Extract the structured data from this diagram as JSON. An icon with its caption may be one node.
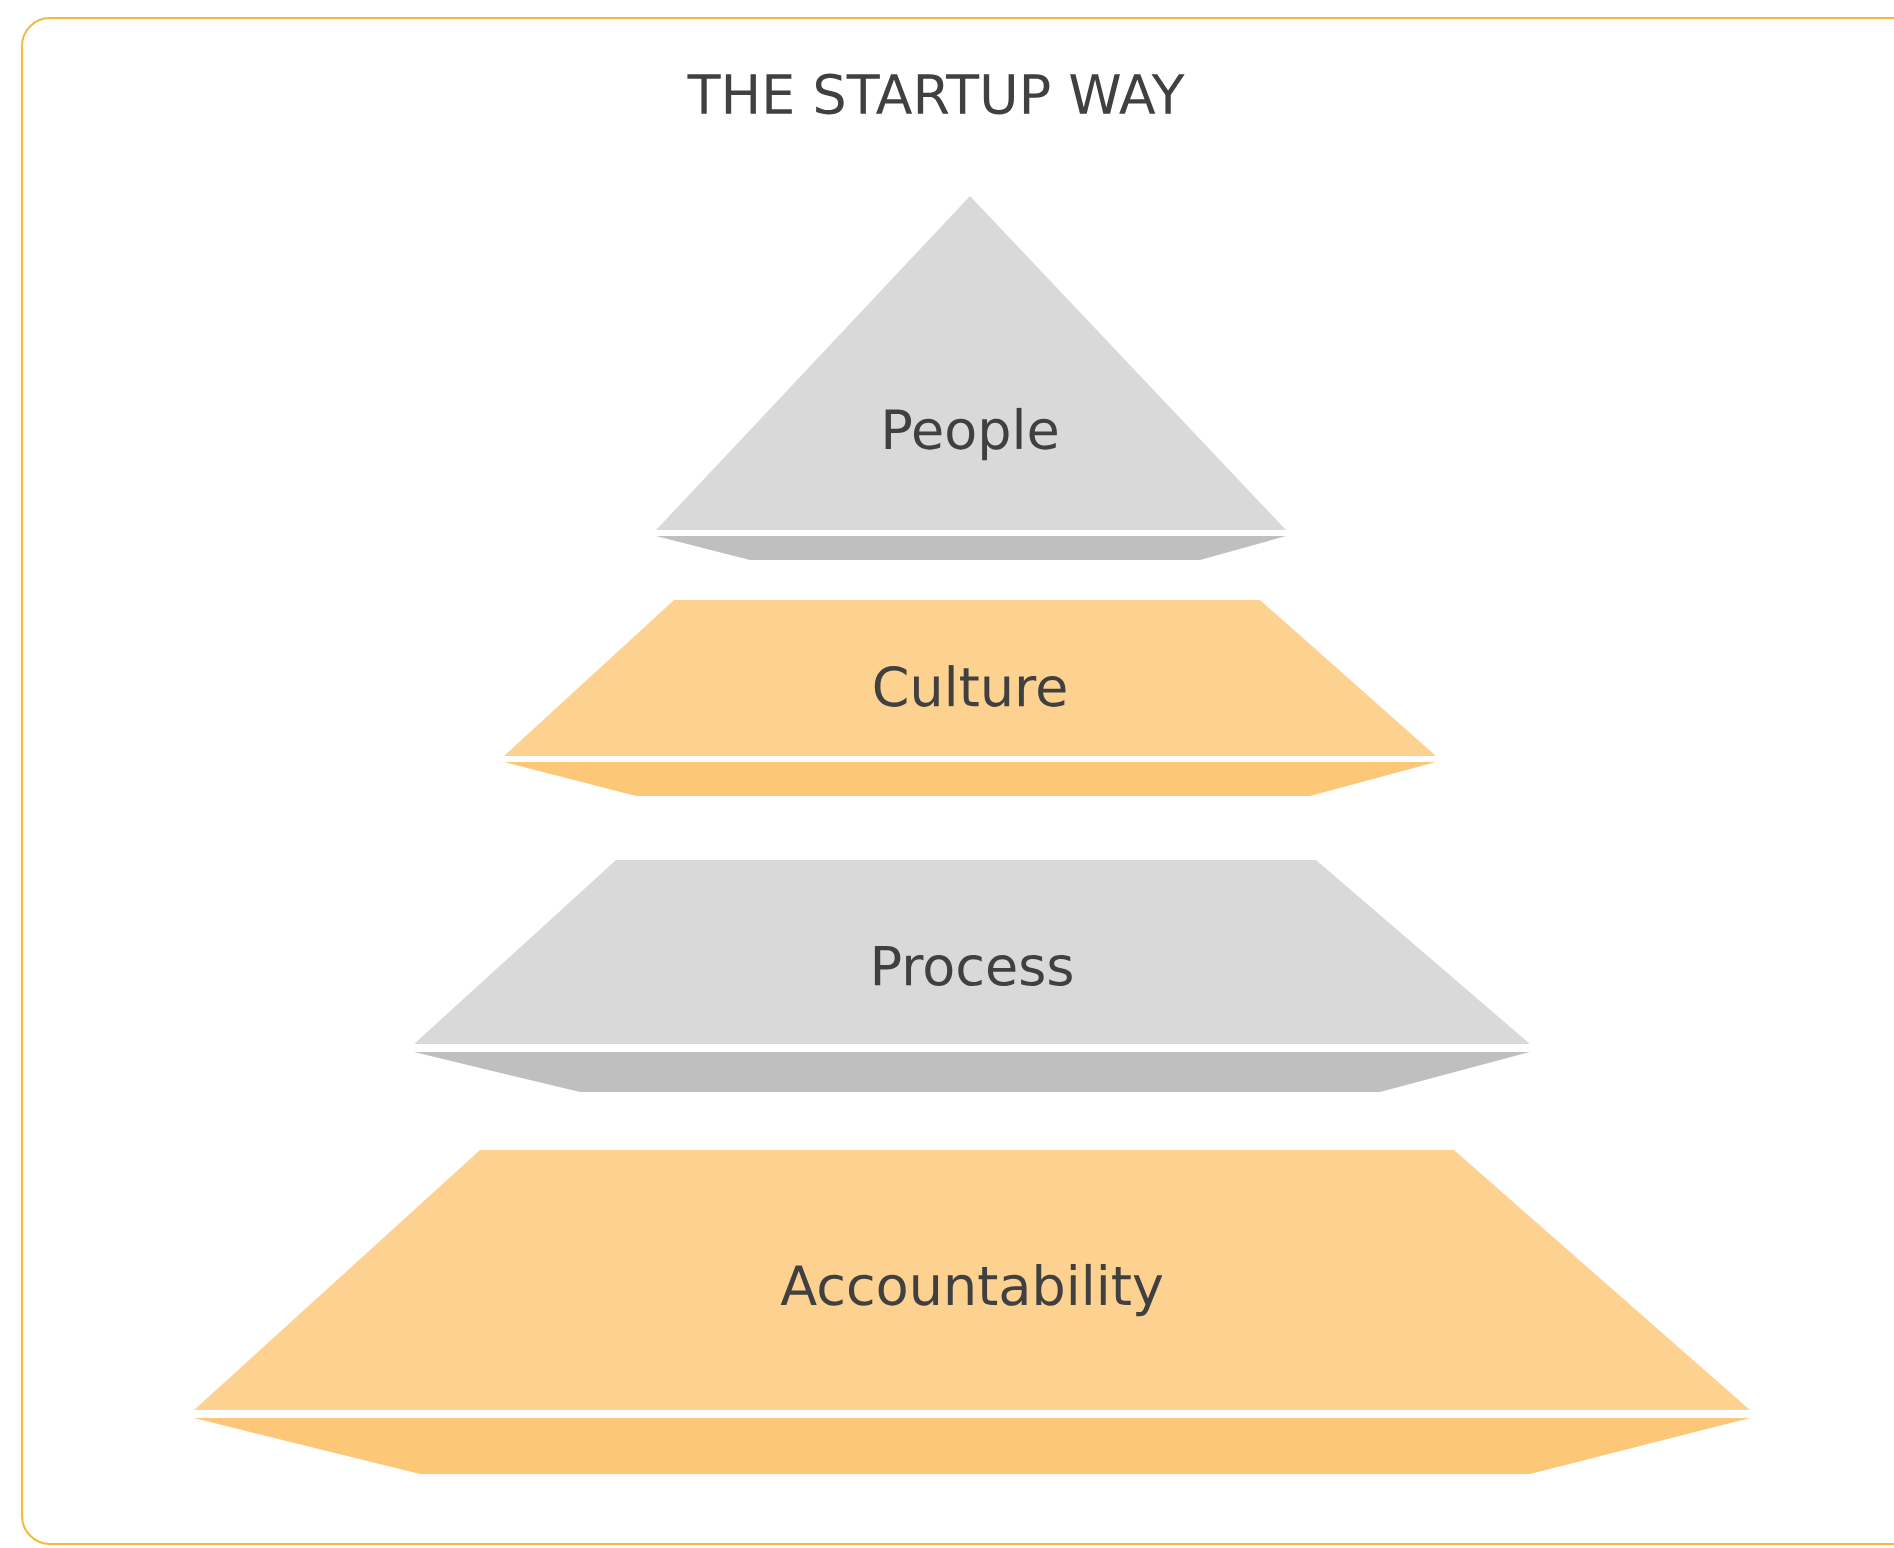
{
  "diagram": {
    "title": "THE STARTUP WAY",
    "nodes": [
      {
        "text": [
          "People"
        ]
      },
      {
        "text": [
          "Culture"
        ]
      },
      {
        "text": [
          "Process"
        ]
      },
      {
        "text": [
          "Accountability"
        ]
      }
    ]
  }
}
